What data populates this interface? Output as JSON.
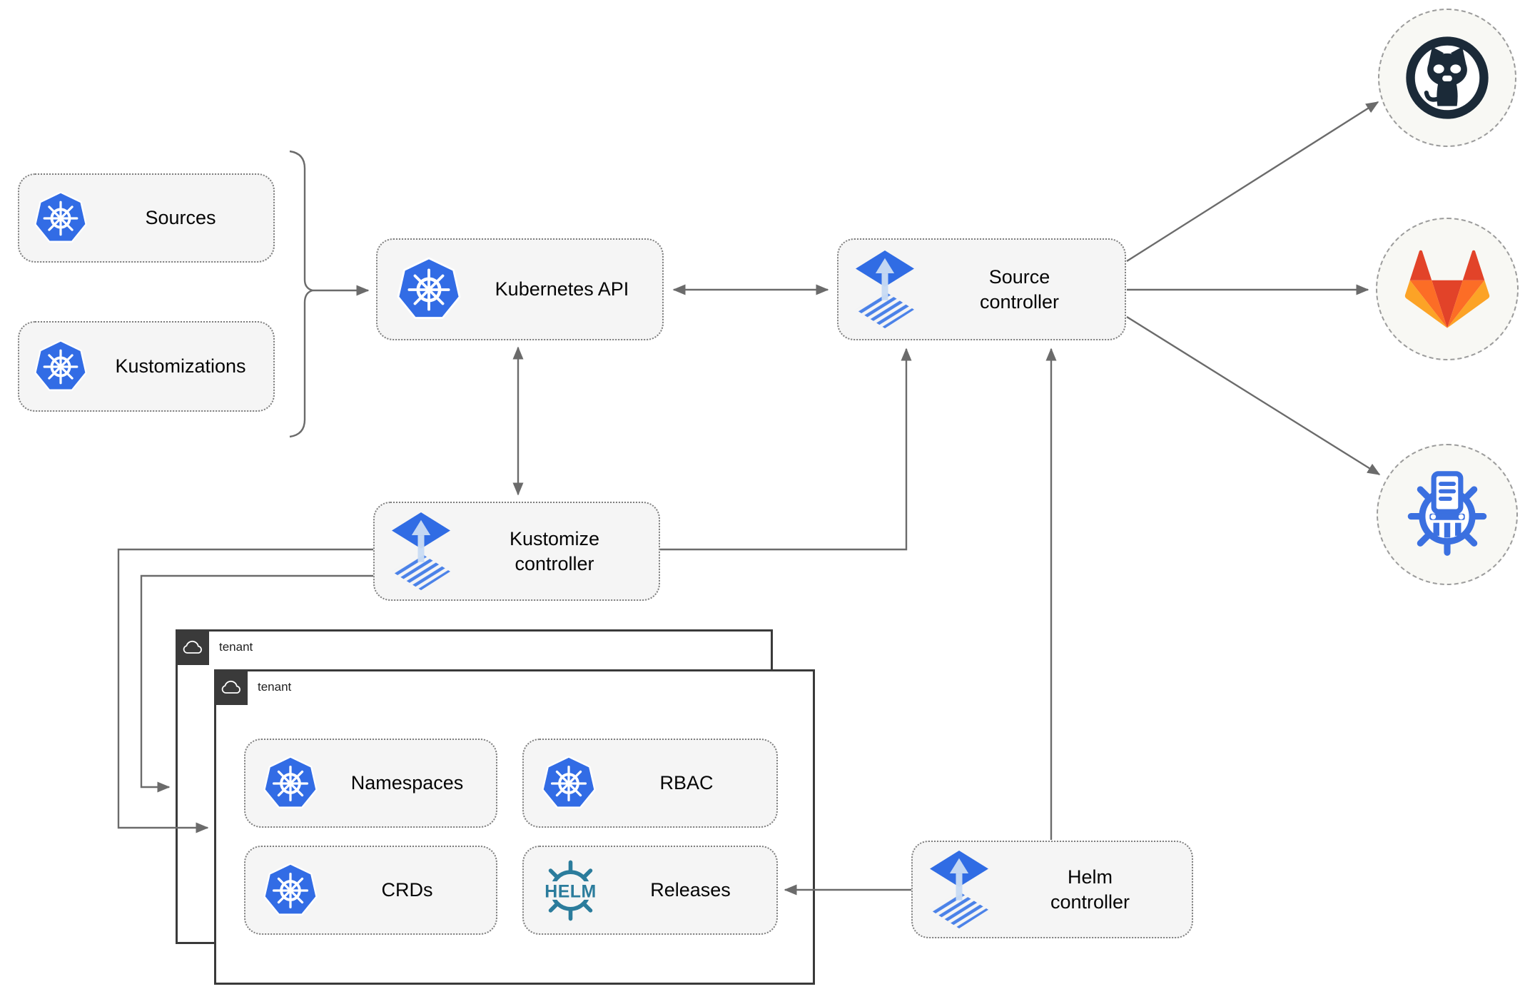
{
  "nodes": {
    "sources": {
      "label": "Sources"
    },
    "kustomizations": {
      "label": "Kustomizations"
    },
    "kubernetes_api": {
      "label": "Kubernetes API"
    },
    "source_controller": {
      "label": "Source controller"
    },
    "kustomize_controller": {
      "label": "Kustomize controller"
    },
    "helm_controller": {
      "label": "Helm controller"
    },
    "tenant_back": {
      "label": "tenant"
    },
    "tenant_front": {
      "label": "tenant"
    },
    "namespaces": {
      "label": "Namespaces"
    },
    "rbac": {
      "label": "RBAC"
    },
    "crds": {
      "label": "CRDs"
    },
    "releases": {
      "label": "Releases"
    }
  },
  "logos": {
    "helm_wordmark": "HELM"
  },
  "colors": {
    "kubernetes_blue": "#326ce5",
    "flux_blue": "#306ce4",
    "flux_stripe_blue": "#4b82e8",
    "helm_teal": "#2b7c9c",
    "chartmuseum_blue": "#3b70e0",
    "github_dark": "#1b2a38",
    "gitlab_dark_orange": "#e24329",
    "gitlab_orange": "#fc6d26",
    "gitlab_light_orange": "#fca326",
    "connector_gray": "#6b6b6b",
    "node_fill": "#f5f5f5",
    "tenant_border": "#3a3a3a"
  }
}
